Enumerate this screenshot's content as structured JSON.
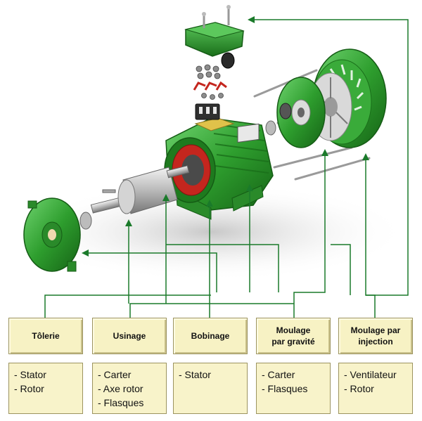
{
  "columns": [
    {
      "header": "Tôlerie",
      "items": [
        "- Stator",
        "- Rotor"
      ]
    },
    {
      "header": "Usinage",
      "items": [
        "- Carter",
        "- Axe rotor",
        "- Flasques"
      ]
    },
    {
      "header": "Bobinage",
      "items": [
        "- Stator"
      ]
    },
    {
      "header": "Moulage\npar gravité",
      "items": [
        "- Carter",
        "- Flasques"
      ]
    },
    {
      "header": "Moulage par\ninjection",
      "items": [
        "- Ventilateur",
        "- Rotor"
      ]
    }
  ],
  "colors": {
    "motor_green": "#2e9e2e",
    "motor_green_dark": "#1b6e1b",
    "winding_red": "#c4261e",
    "label_fill": "#f7f2c4",
    "label_border": "#9c9460",
    "connector_line": "#1a7a2a"
  },
  "parts": [
    "terminal-box-cover",
    "terminal-hardware",
    "motor-housing",
    "rotor-shaft",
    "front-end-shield",
    "rear-end-shield",
    "fan-cover",
    "tie-rods"
  ]
}
